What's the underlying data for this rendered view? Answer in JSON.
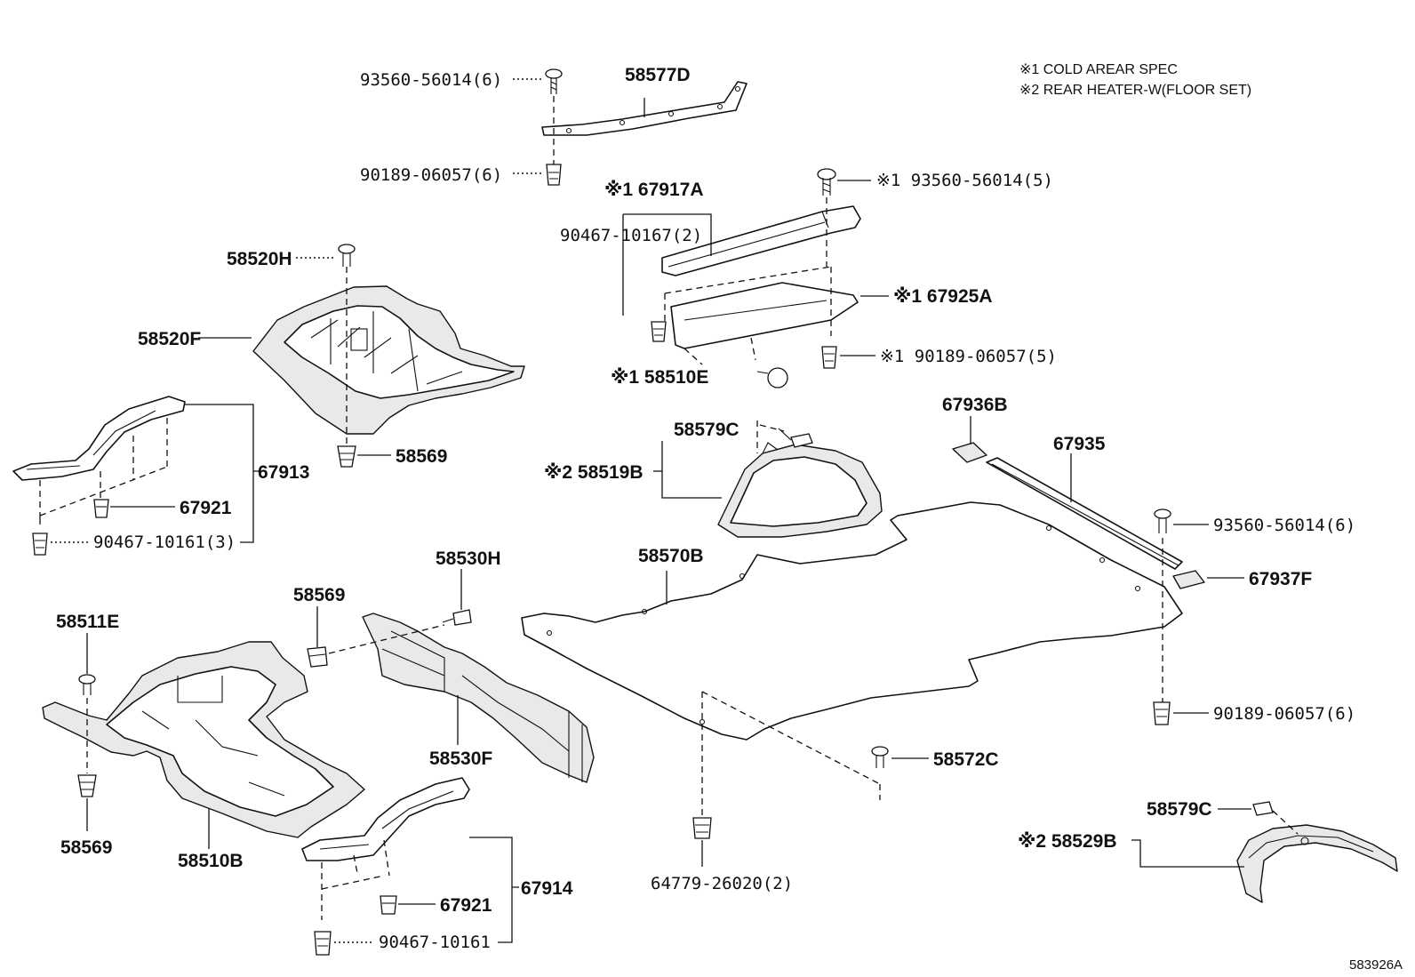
{
  "notes": [
    "※1 COLD AREAR SPEC",
    "※2 REAR HEATER-W(FLOOR SET)"
  ],
  "figure_id": "583926A",
  "labels": {
    "p58577D": "58577D",
    "p93560_56014_6_top": "93560-56014(6)",
    "p90189_06057_6_top": "90189-06057(6)",
    "p67917A": "※1 67917A",
    "p93560_56014_5": "※1  93560-56014(5)",
    "p90467_10167_2": "90467-10167(2)",
    "p67925A": "※1  67925A",
    "p90189_06057_5": "※1  90189-06057(5)",
    "p58510E": "※1  58510E",
    "p58520H": "58520H",
    "p58520F": "58520F",
    "p58569_top": "58569",
    "p67913": "67913",
    "p67921_top": "67921",
    "p90467_10161_3": "90467-10161(3)",
    "p58579C_top": "58579C",
    "p58519B": "※2  58519B",
    "p67936B": "67936B",
    "p67935": "67935",
    "p93560_56014_6_right": "93560-56014(6)",
    "p67937F": "67937F",
    "p58570B": "58570B",
    "p90189_06057_6_right": "90189-06057(6)",
    "p58530H": "58530H",
    "p58569_mid": "58569",
    "p58511E": "58511E",
    "p58530F": "58530F",
    "p58569_bottom": "58569",
    "p58510B": "58510B",
    "p58572C": "58572C",
    "p64779_26020_2": "64779-26020(2)",
    "p58579C_bottom": "58579C",
    "p58529B": "※2  58529B",
    "p67921_bottom": "67921",
    "p67914": "67914",
    "p90467_10161": "90467-10161"
  }
}
